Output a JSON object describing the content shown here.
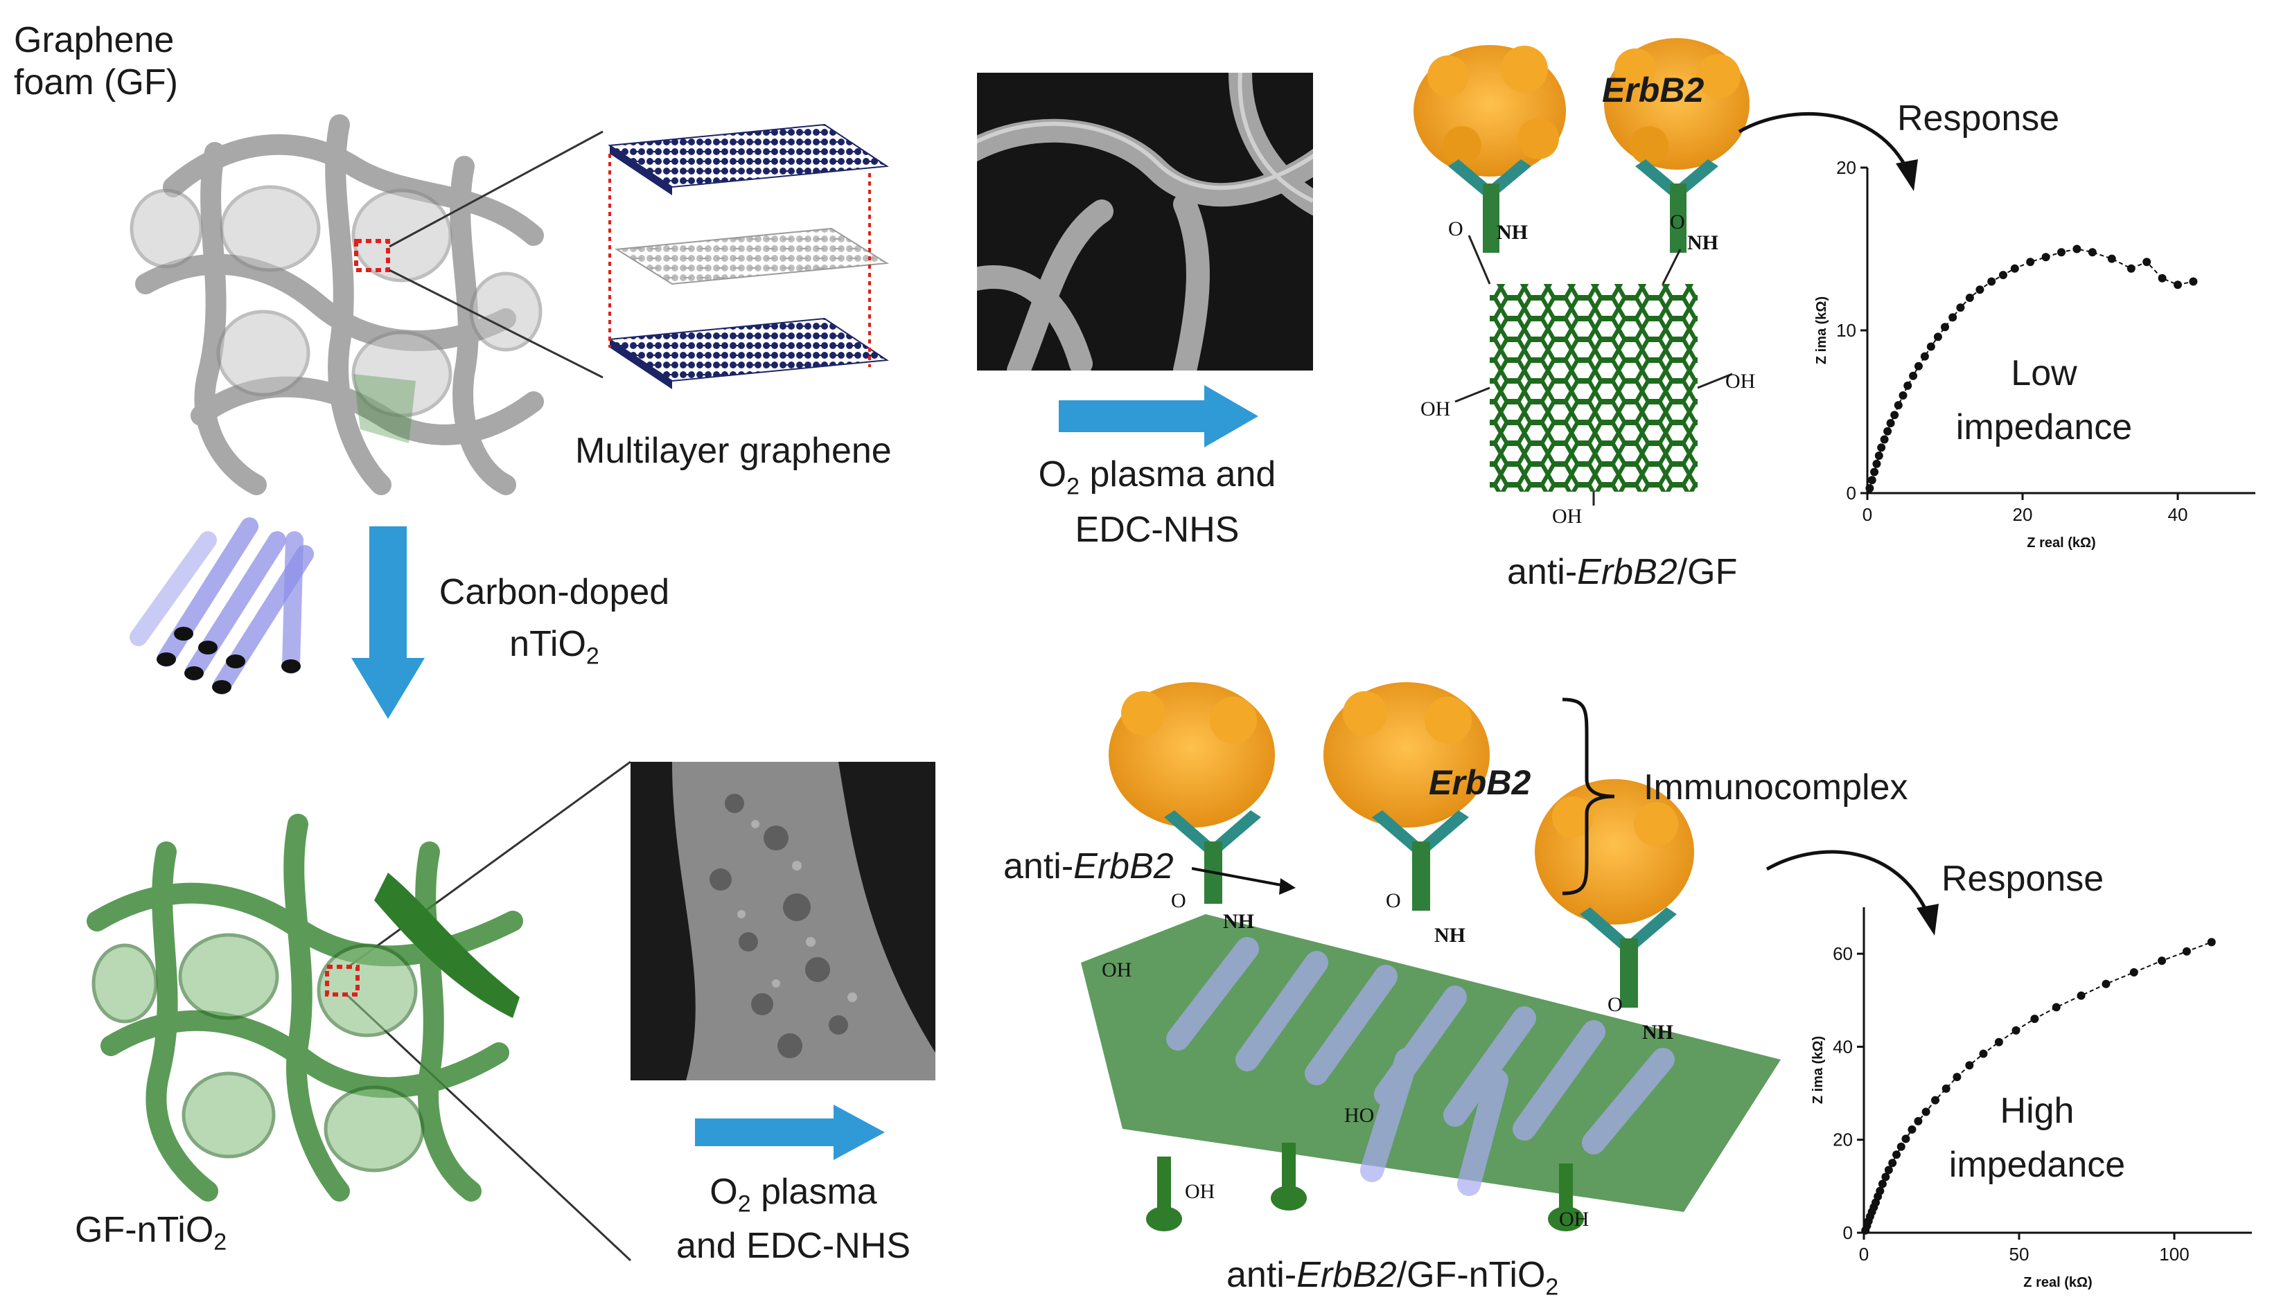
{
  "labels": {
    "gf_title_line1": "Graphene",
    "gf_title_line2": "foam (GF)",
    "multilayer": "Multilayer graphene",
    "carbon_doped_line1": "Carbon-doped",
    "carbon_doped_line2_pre": "nTiO",
    "carbon_doped_line2_sub": "2",
    "gf_ntio2_pre": "GF-nTiO",
    "gf_ntio2_sub": "2",
    "o2_top_line1_pre": "O",
    "o2_top_line1_sub": "2",
    "o2_top_line1_post": " plasma and",
    "o2_top_line2": "EDC-NHS",
    "o2_bot_line1_pre": "O",
    "o2_bot_line1_sub": "2",
    "o2_bot_line1_post": " plasma",
    "o2_bot_line2": "and EDC-NHS",
    "anti_gf_pre": "anti-",
    "anti_gf_ital": "ErbB2",
    "anti_gf_post": "/GF",
    "anti_gfntio2_pre": "anti-",
    "anti_gfntio2_ital": "ErbB2",
    "anti_gfntio2_post": "/GF-nTiO",
    "anti_gfntio2_sub": "2",
    "erbb2": "ErbB2",
    "immunocomplex": "Immunocomplex",
    "anti_erbb2_pointer_pre": "anti-",
    "anti_erbb2_pointer_ital": "ErbB2",
    "response_top": "Response",
    "response_bottom": "Response",
    "low_line1": "Low",
    "low_line2": "impedance",
    "high_line1": "High",
    "high_line2": "impedance",
    "nh": "NH",
    "oh": "OH",
    "ho": "HO",
    "o": "O"
  },
  "colors": {
    "graphene_blue": "#1c2466",
    "graphene_grey": "#c8c8c8",
    "foam_grey": "#9a9a9a",
    "foam_green": "#3f8a3a",
    "arrow_blue": "#2f9ad6",
    "antibody_teal": "#2e8c86",
    "antibody_green": "#2f7f3a",
    "protein_orange": "#f0a020",
    "lattice_green": "#1e6b1e",
    "tube_violet": "#8d90e8",
    "red_dotted": "#e0201a"
  },
  "chart_data": [
    {
      "type": "scatter",
      "xlabel": "Z real (kΩ)",
      "ylabel": "Z ima (kΩ)",
      "xlim": [
        0,
        50
      ],
      "ylim": [
        0,
        20
      ],
      "xticks": [
        0,
        20,
        40
      ],
      "yticks": [
        0,
        10,
        20
      ],
      "x": [
        0.3,
        0.6,
        0.9,
        1.2,
        1.5,
        1.8,
        2.2,
        2.6,
        3.0,
        3.5,
        4.0,
        4.6,
        5.2,
        5.9,
        6.6,
        7.4,
        8.2,
        9.1,
        10.0,
        11.0,
        12.0,
        13.2,
        14.5,
        16.0,
        17.5,
        19.0,
        21.0,
        23.0,
        25.0,
        27.0,
        29.0,
        31.5,
        34.0,
        36.0,
        38.0,
        40.0,
        42.0
      ],
      "y": [
        0.3,
        0.8,
        1.3,
        1.8,
        2.3,
        2.8,
        3.3,
        3.8,
        4.3,
        4.8,
        5.4,
        6.0,
        6.6,
        7.2,
        7.8,
        8.4,
        9.0,
        9.6,
        10.2,
        10.8,
        11.4,
        12.0,
        12.5,
        13.0,
        13.4,
        13.8,
        14.2,
        14.5,
        14.8,
        15.0,
        14.8,
        14.4,
        13.8,
        14.2,
        13.2,
        12.8,
        13.0
      ]
    },
    {
      "type": "scatter",
      "xlabel": "Z real (kΩ)",
      "ylabel": "Z ima (kΩ)",
      "xlim": [
        0,
        125
      ],
      "ylim": [
        0,
        70
      ],
      "xticks": [
        0,
        50,
        100
      ],
      "yticks": [
        0,
        20,
        40,
        60
      ],
      "x": [
        0.5,
        1.0,
        1.5,
        2.0,
        2.6,
        3.2,
        3.8,
        4.5,
        5.2,
        6.0,
        7.0,
        8.0,
        9.2,
        10.5,
        12.0,
        13.5,
        15.5,
        17.5,
        20.0,
        23.0,
        26.5,
        30.0,
        34.0,
        38.5,
        43.5,
        49.0,
        55.0,
        62.0,
        70.0,
        78.0,
        87.0,
        96.0,
        104.0,
        112.0
      ],
      "y": [
        0.5,
        1.5,
        2.5,
        3.5,
        4.5,
        5.5,
        6.5,
        7.8,
        9.0,
        10.5,
        12.0,
        13.5,
        15.0,
        16.8,
        18.5,
        20.2,
        22.2,
        24.0,
        26.0,
        28.5,
        31.0,
        33.5,
        36.0,
        38.5,
        41.0,
        43.5,
        46.0,
        48.5,
        51.0,
        53.5,
        56.0,
        58.5,
        60.5,
        62.5
      ]
    }
  ]
}
